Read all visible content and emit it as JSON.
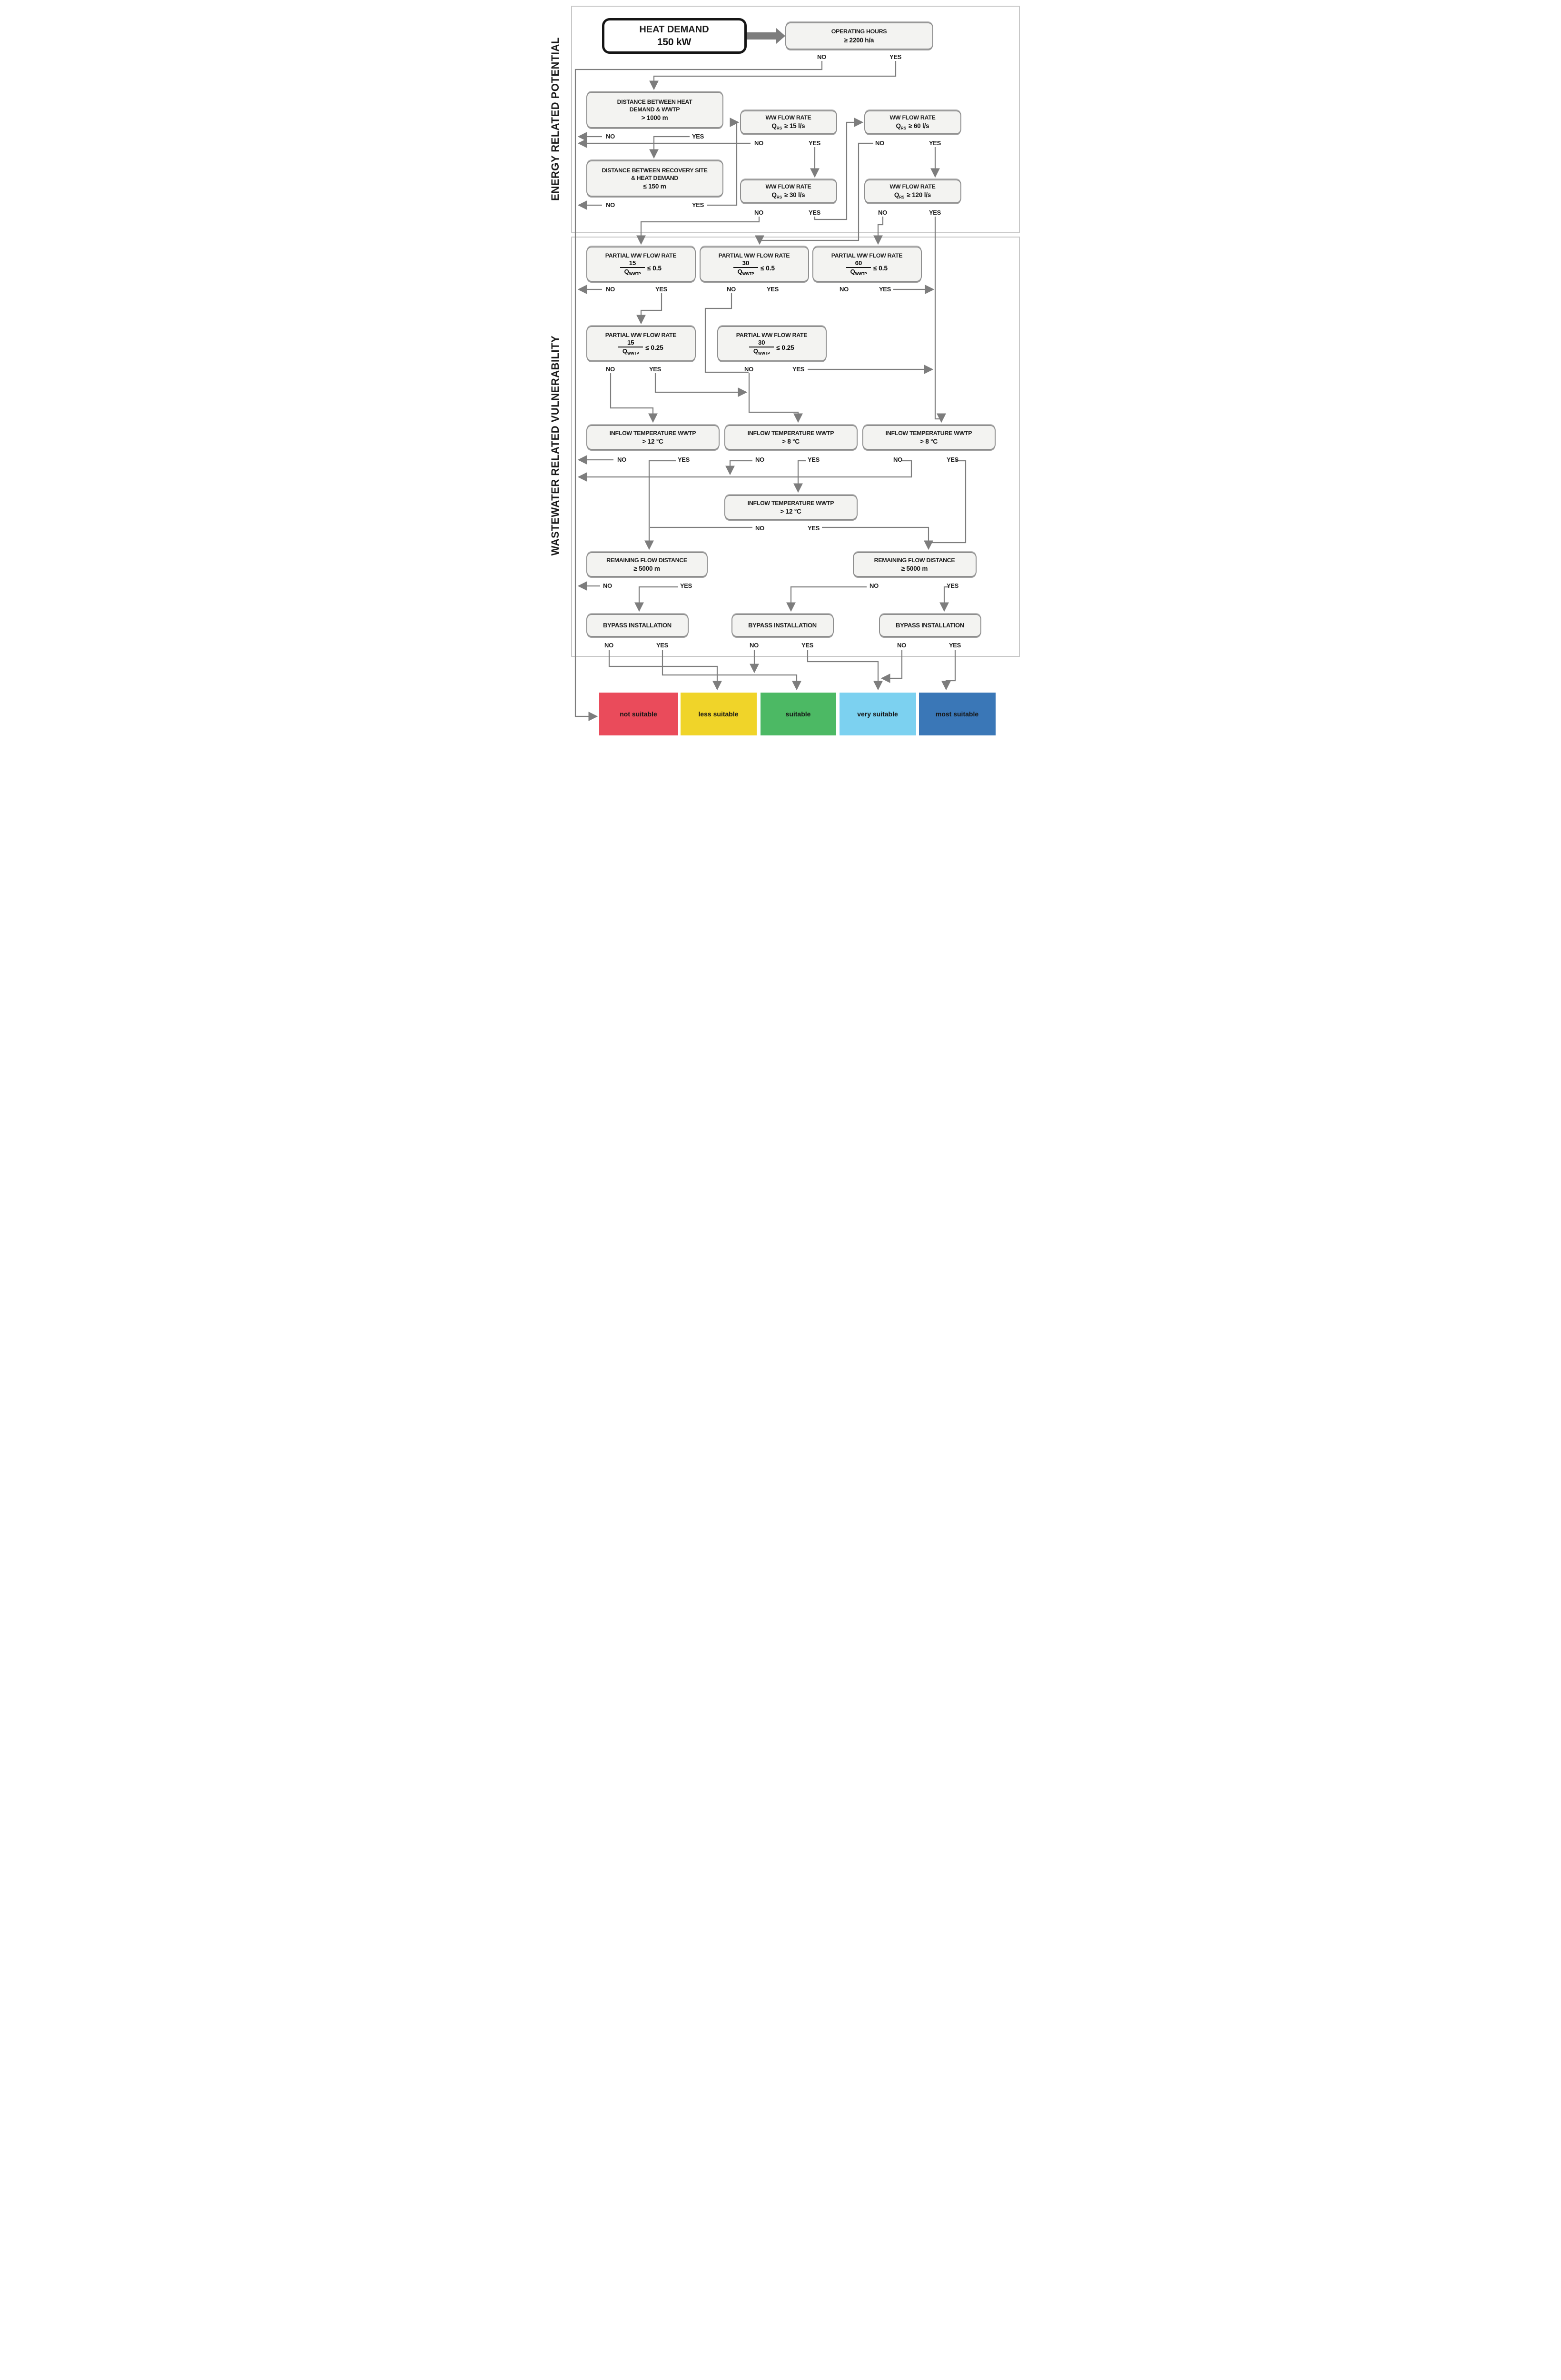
{
  "labels": {
    "no": "NO",
    "yes": "YES"
  },
  "sections": {
    "energy": {
      "title": "ENERGY RELATED POTENTIAL"
    },
    "wastewater": {
      "title": "WASTEWATER RELATED VULNERABILITY"
    }
  },
  "start": {
    "title": "HEAT DEMAND",
    "value": "150 kW"
  },
  "nodes": {
    "operating_hours": {
      "title": "OPERATING HOURS",
      "value": "≥ 2200 h/a"
    },
    "distance_demand_wwtp": {
      "title": "DISTANCE BETWEEN HEAT DEMAND & WWTP",
      "value": "> 1000 m"
    },
    "distance_recovery_demand": {
      "title": "DISTANCE BETWEEN RECOVERY SITE & HEAT DEMAND",
      "value": "≤ 150 m"
    },
    "ww15": {
      "title": "WW FLOW RATE",
      "symbol": "Q",
      "symbol_sub": "RS",
      "comparison": "≥ 15 l/s"
    },
    "ww30": {
      "title": "WW FLOW RATE",
      "symbol": "Q",
      "symbol_sub": "RS",
      "comparison": "≥ 30 l/s"
    },
    "ww60": {
      "title": "WW FLOW RATE",
      "symbol": "Q",
      "symbol_sub": "RS",
      "comparison": "≥ 60 l/s"
    },
    "ww120": {
      "title": "WW FLOW RATE",
      "symbol": "Q",
      "symbol_sub": "RS",
      "comparison": "≥ 120 l/s"
    },
    "partial_15_05": {
      "title": "PARTIAL WW FLOW RATE",
      "numerator": "15",
      "den_symbol": "Q",
      "den_sub": "WWTP",
      "comparison": "≤ 0.5"
    },
    "partial_30_05": {
      "title": "PARTIAL WW FLOW RATE",
      "numerator": "30",
      "den_symbol": "Q",
      "den_sub": "WWTP",
      "comparison": "≤ 0.5"
    },
    "partial_60_05": {
      "title": "PARTIAL WW FLOW RATE",
      "numerator": "60",
      "den_symbol": "Q",
      "den_sub": "WWTP",
      "comparison": "≤ 0.5"
    },
    "partial_15_025": {
      "title": "PARTIAL WW FLOW RATE",
      "numerator": "15",
      "den_symbol": "Q",
      "den_sub": "WWTP",
      "comparison": "≤ 0.25"
    },
    "partial_30_025": {
      "title": "PARTIAL WW FLOW RATE",
      "numerator": "30",
      "den_symbol": "Q",
      "den_sub": "WWTP",
      "comparison": "≤ 0.25"
    },
    "inflow_temp_left": {
      "title": "INFLOW TEMPERATURE WWTP",
      "value": "> 12 °C"
    },
    "inflow_temp_mid": {
      "title": "INFLOW TEMPERATURE WWTP",
      "value": "> 8 °C"
    },
    "inflow_temp_right": {
      "title": "INFLOW TEMPERATURE WWTP",
      "value": "> 8 °C"
    },
    "inflow_temp_center": {
      "title": "INFLOW TEMPERATURE WWTP",
      "value": "> 12 °C"
    },
    "remaining_left": {
      "title": "REMAINING FLOW DISTANCE",
      "value": "≥ 5000 m"
    },
    "remaining_right": {
      "title": "REMAINING FLOW DISTANCE",
      "value": "≥ 5000 m"
    },
    "bypass_left": {
      "title": "BYPASS INSTALLATION"
    },
    "bypass_mid": {
      "title": "BYPASS INSTALLATION"
    },
    "bypass_right": {
      "title": "BYPASS INSTALLATION"
    }
  },
  "outcomes": [
    {
      "label": "not suitable",
      "color": "#ea4b5b"
    },
    {
      "label": "less suitable",
      "color": "#f0d429"
    },
    {
      "label": "suitable",
      "color": "#4cb964"
    },
    {
      "label": "very suitable",
      "color": "#7cd1f0"
    },
    {
      "label": "most suitable",
      "color": "#3a77b7"
    }
  ]
}
